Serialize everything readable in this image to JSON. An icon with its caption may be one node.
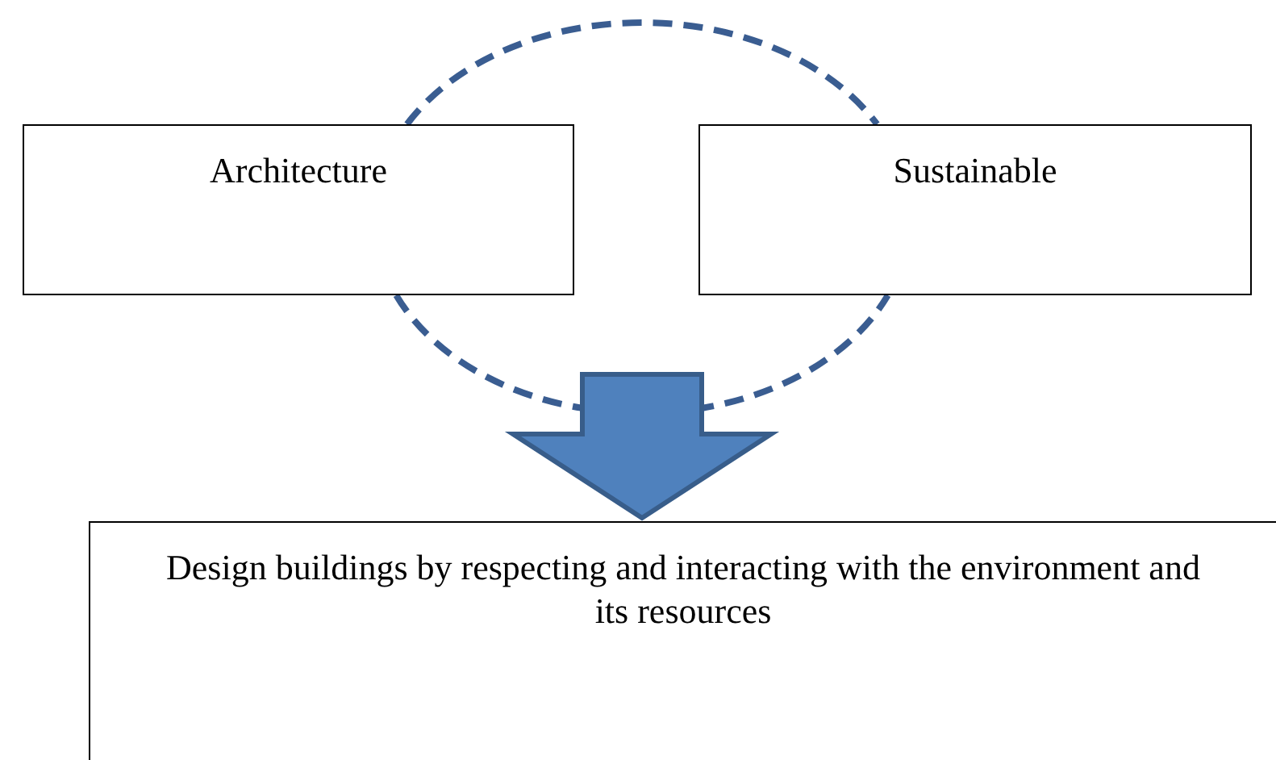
{
  "diagram": {
    "nodes": [
      {
        "text": [
          "Architecture"
        ]
      },
      {
        "text": [
          "Sustainable"
        ]
      },
      {
        "text": [
          "Design buildings by respecting and interacting with the environment and its resources"
        ]
      }
    ],
    "edges": [
      {
        "from": 0,
        "to": 1,
        "arrow": "none",
        "style": "dashed"
      },
      {
        "from": 0,
        "to": 1,
        "arrow": "none",
        "style": "dashed"
      },
      {
        "from": null,
        "to": 2,
        "arrow": "to",
        "style": "thick"
      }
    ]
  }
}
